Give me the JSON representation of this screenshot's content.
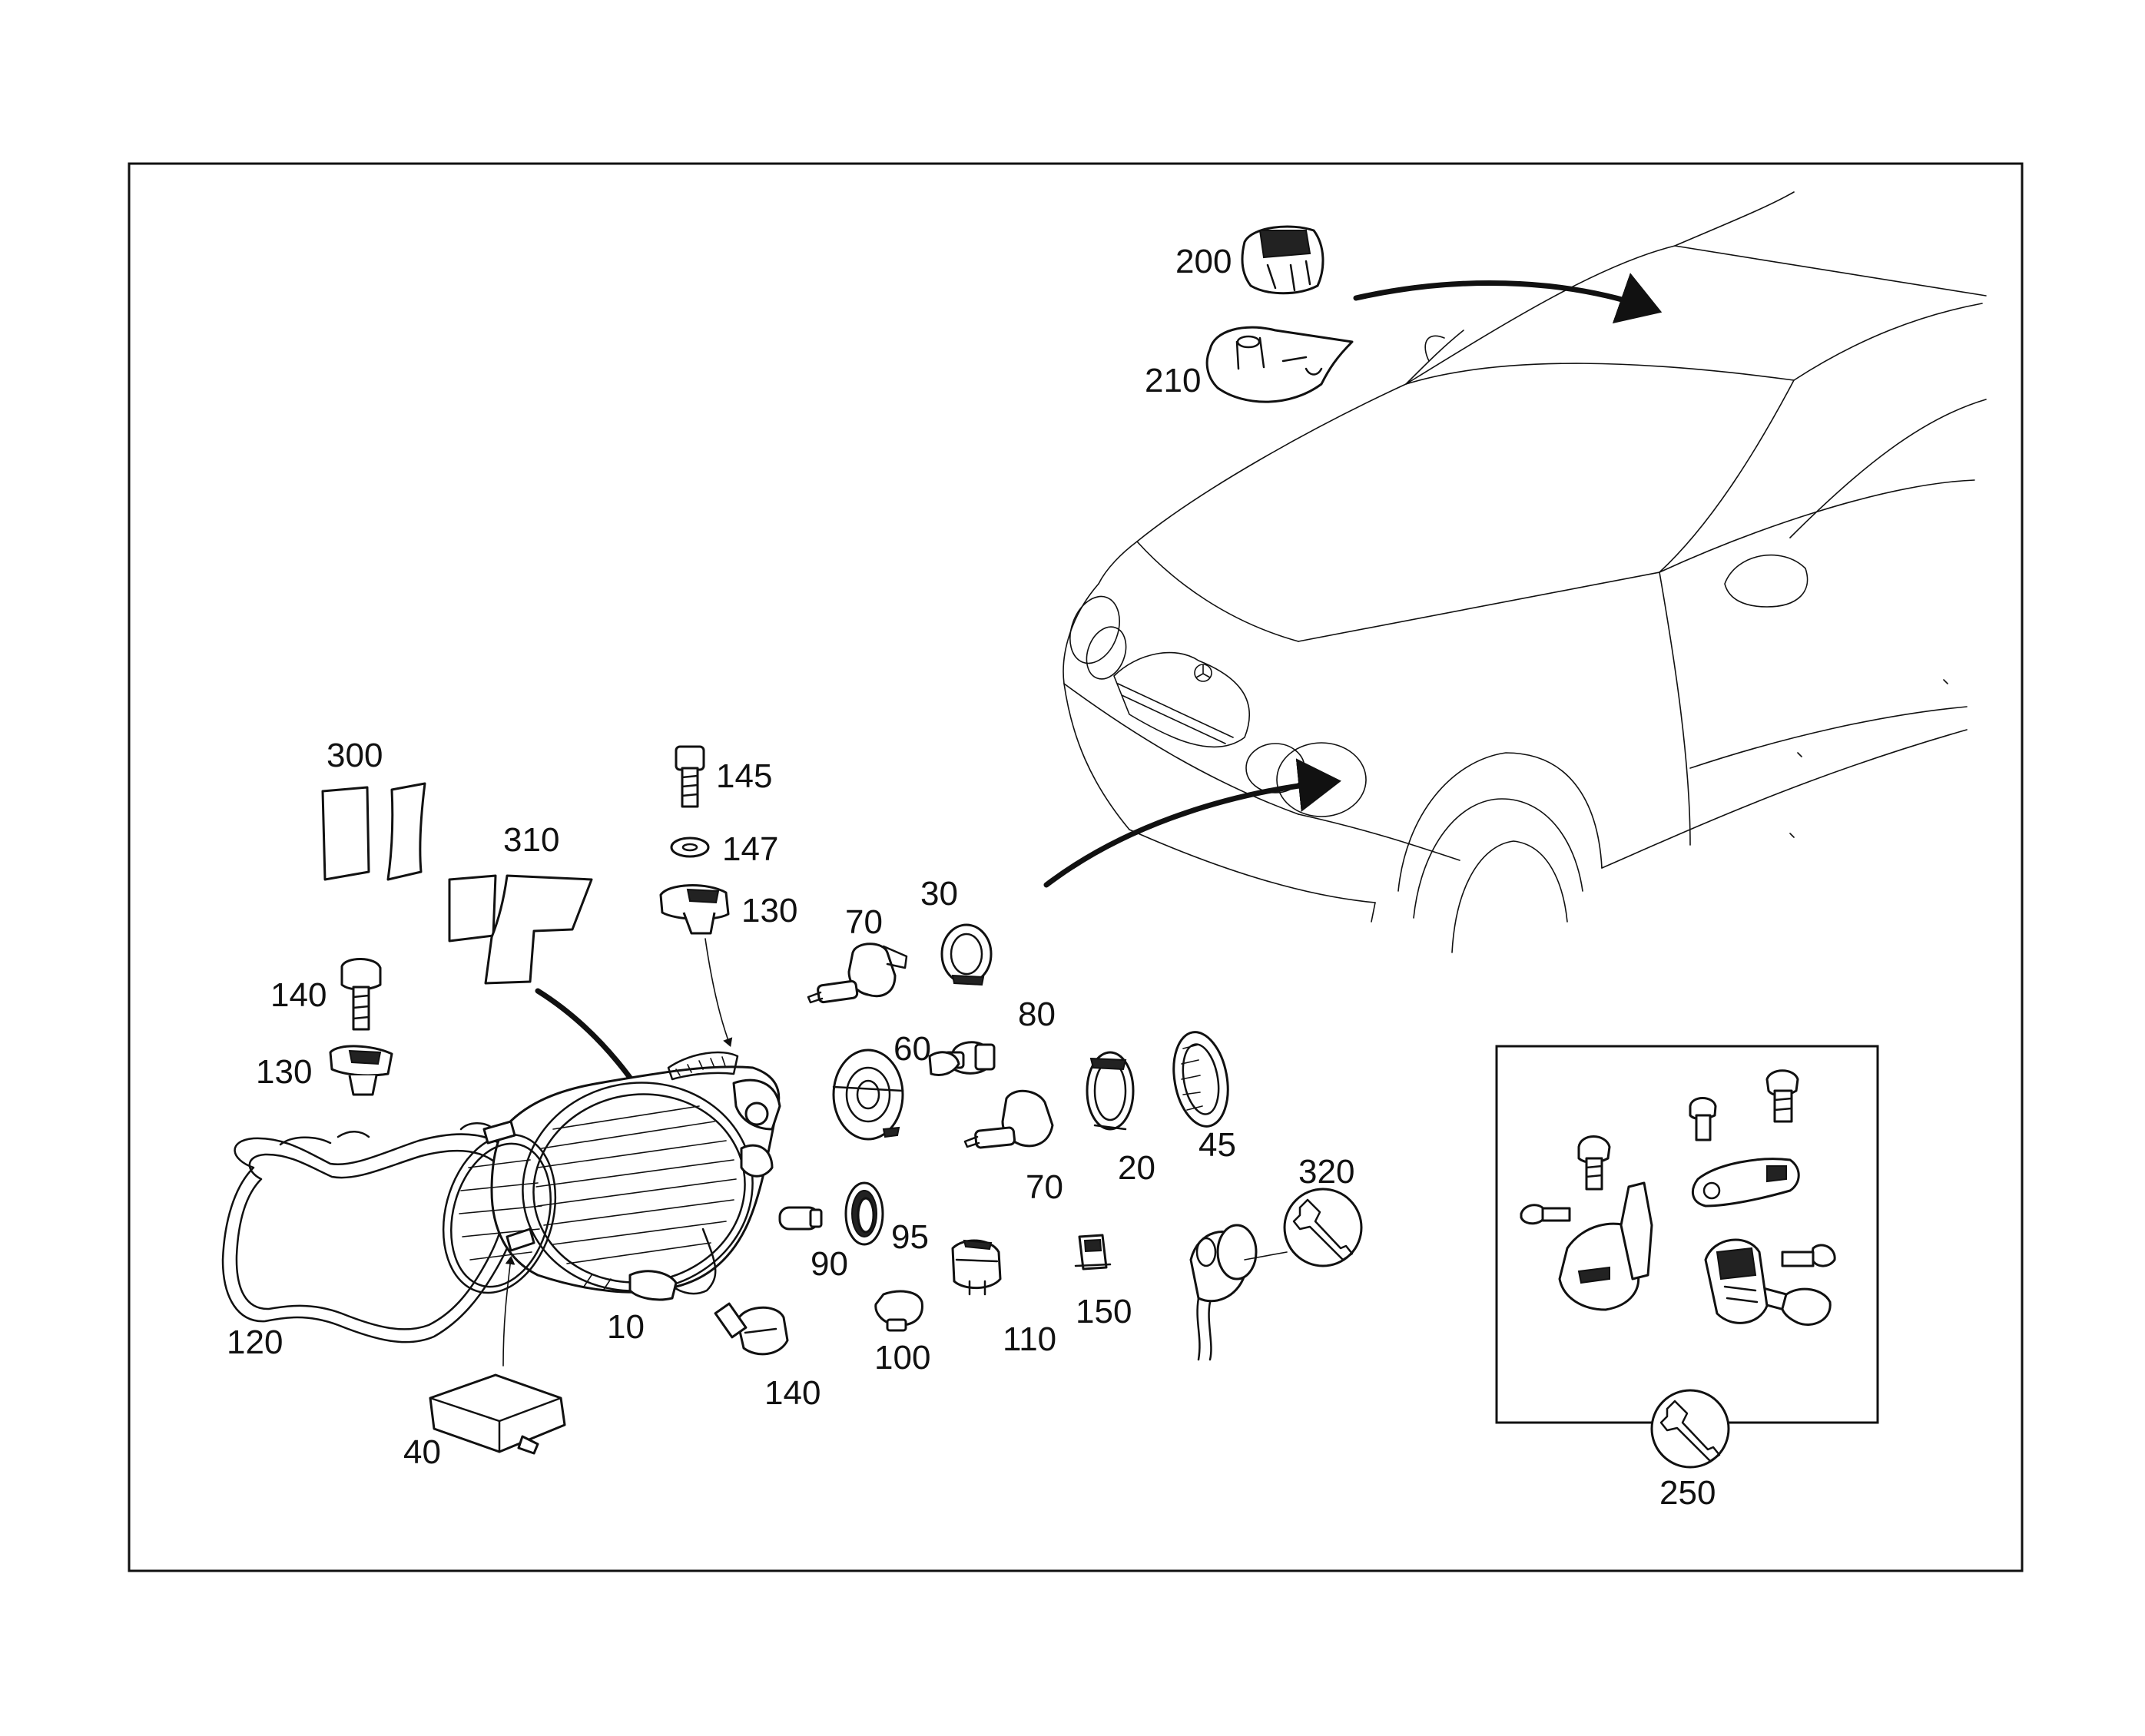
{
  "labels": {
    "p200": "200",
    "p210": "210",
    "p300": "300",
    "p310": "310",
    "p145": "145",
    "p147": "147",
    "p130a": "130",
    "p140a": "140",
    "p130b": "130",
    "p70a": "70",
    "p30": "30",
    "p80": "80",
    "p60": "60",
    "p70b": "70",
    "p20": "20",
    "p45": "45",
    "p320": "320",
    "p95": "95",
    "p90": "90",
    "p120": "120",
    "p10": "10",
    "p40": "40",
    "p140b": "140",
    "p100": "100",
    "p110": "110",
    "p150": "150",
    "p250": "250"
  },
  "icons": {
    "tool_320": "wrench-icon",
    "tool_250": "wrench-icon"
  },
  "colors": {
    "ink": "#111111",
    "paper": "#ffffff"
  }
}
